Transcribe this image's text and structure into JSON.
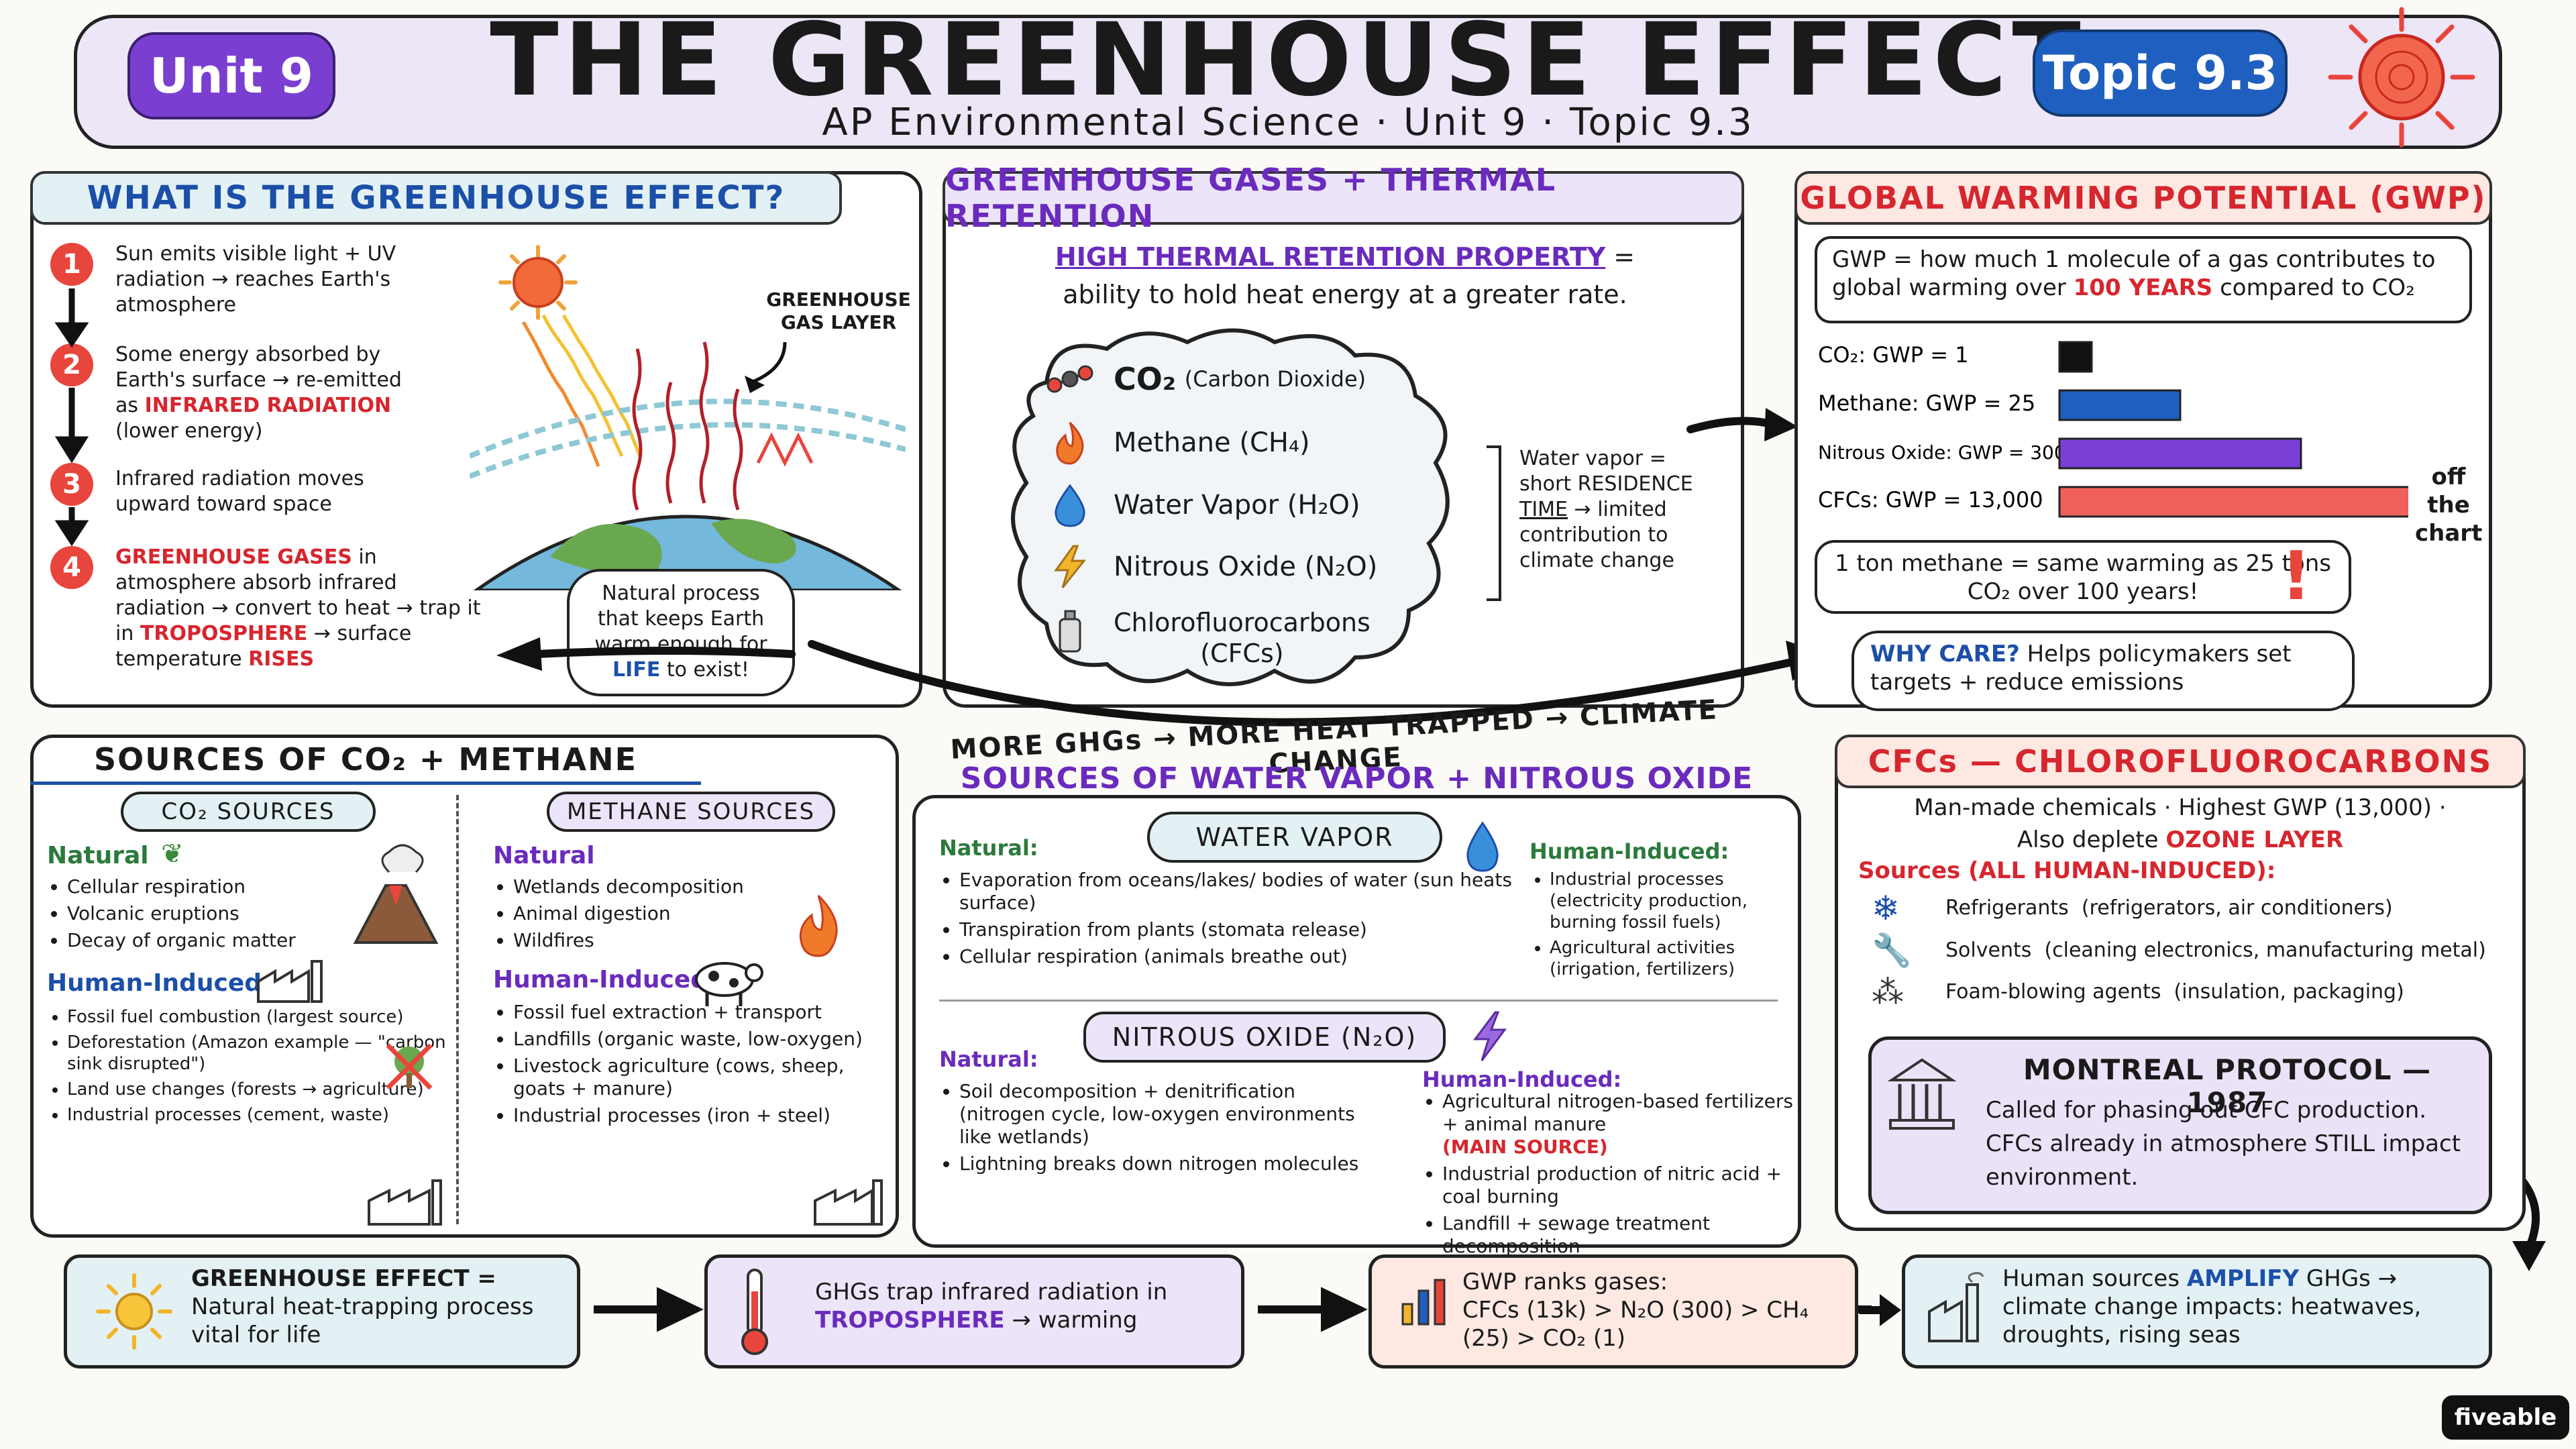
{
  "header": {
    "unit_badge": "Unit 9",
    "title": "THE GREENHOUSE EFFECT",
    "topic_badge": "Topic 9.3",
    "subtitle": "AP Environmental Science · Unit 9 · Topic 9.3"
  },
  "what_is": {
    "heading": "WHAT IS THE GREENHOUSE EFFECT?",
    "steps": [
      {
        "num": "1",
        "text": "Sun emits visible light + UV radiation → reaches Earth's atmosphere"
      },
      {
        "num": "2",
        "pre": "Some energy absorbed by Earth's surface → re-emitted as ",
        "highlight": "INFRARED RADIATION",
        "post": " (lower energy)"
      },
      {
        "num": "3",
        "text": "Infrared radiation moves upward toward space"
      },
      {
        "num": "4",
        "highlight1": "GREENHOUSE GASES",
        "mid": " in atmosphere absorb infrared radiation → convert to heat → trap it in ",
        "highlight2": "TROPOSPHERE",
        "mid2": " → surface temperature ",
        "highlight3": "RISES"
      }
    ],
    "layer_label": "GREENHOUSE GAS LAYER",
    "bubble_pre": "Natural process that keeps Earth warm enough for ",
    "bubble_highlight": "LIFE",
    "bubble_post": " to exist!"
  },
  "gases": {
    "heading": "GREENHOUSE GASES + THERMAL RETENTION",
    "property_title": "HIGH THERMAL RETENTION PROPERTY",
    "property_eq": " =",
    "property_def": "ability to hold heat energy at a greater rate.",
    "list": [
      {
        "name": "CO₂",
        "detail": "(Carbon Dioxide)",
        "icon": "molecule-icon"
      },
      {
        "name": "Methane",
        "detail": "(CH₄)",
        "icon": "flame-icon"
      },
      {
        "name": "Water Vapor",
        "detail": "(H₂O)",
        "icon": "droplet-icon"
      },
      {
        "name": "Nitrous Oxide",
        "detail": "(N₂O)",
        "icon": "lightning-icon"
      },
      {
        "name": "Chlorofluorocarbons",
        "detail": "(CFCs)",
        "icon": "spray-can-icon"
      }
    ],
    "vapor_note_1": "Water vapor =",
    "vapor_note_2": "short RESIDENCE",
    "vapor_note_3": "TIME",
    "vapor_note_4": " → limited",
    "vapor_note_5": "contribution to",
    "vapor_note_6": "climate change",
    "arrow_caption": "MORE GHGs → MORE HEAT TRAPPED → CLIMATE CHANGE"
  },
  "gwp": {
    "heading": "GLOBAL WARMING POTENTIAL (GWP)",
    "def_pre": "GWP = how much 1 molecule of a gas contributes to global warming over ",
    "def_highlight": "100 YEARS",
    "def_post": " compared to CO₂",
    "off_chart": "off the chart",
    "fact": "1 ton methane = same warming as 25 tons CO₂ over 100 years!",
    "why_label": "WHY CARE?",
    "why_text": " Helps policymakers set targets + reduce emissions"
  },
  "chart_data": {
    "type": "bar",
    "categories": [
      "CO₂: GWP = 1",
      "Methane: GWP = 25",
      "Nitrous Oxide: GWP = 300",
      "CFCs: GWP = 13,000"
    ],
    "values": [
      1,
      25,
      300,
      13000
    ],
    "colors": [
      "#111111",
      "#1f5fbf",
      "#7b3fd6",
      "#f0605a"
    ],
    "title": "",
    "xlabel": "",
    "ylabel": ""
  },
  "co2_methane": {
    "heading": "SOURCES OF CO₂ + METHANE",
    "co2_title": "CO₂ SOURCES",
    "methane_title": "METHANE SOURCES",
    "natural_label": "Natural",
    "human_label": "Human-Induced",
    "co2_natural": [
      "Cellular respiration",
      "Volcanic eruptions",
      "Decay of organic matter"
    ],
    "co2_human": [
      "Fossil fuel combustion (largest source)",
      "Deforestation (Amazon example — \"carbon sink disrupted\")",
      "Land use changes (forests → agriculture)",
      "Industrial processes (cement, waste)"
    ],
    "methane_natural": [
      "Wetlands decomposition",
      "Animal digestion",
      "Wildfires"
    ],
    "methane_human": [
      "Fossil fuel extraction + transport",
      "Landfills (organic waste, low-oxygen)",
      "Livestock agriculture (cows, sheep, goats + manure)",
      "Industrial processes (iron + steel)"
    ]
  },
  "water_n2o": {
    "heading": "SOURCES OF WATER VAPOR + NITROUS OXIDE",
    "wv_title": "WATER VAPOR",
    "natural_label": "Natural:",
    "human_label": "Human-Induced:",
    "wv_natural": [
      "Evaporation from oceans/lakes/ bodies of water (sun heats surface)",
      "Transpiration from plants (stomata release)",
      "Cellular respiration (animals breathe out)"
    ],
    "wv_human": [
      "Industrial processes (electricity production, burning fossil fuels)",
      "Agricultural activities (irrigation, fertilizers)"
    ],
    "n2o_title": "NITROUS OXIDE (N₂O)",
    "n2o_natural": [
      "Soil decomposition + denitrification (nitrogen cycle, low-oxygen environments like wetlands)",
      "Lightning breaks down nitrogen molecules"
    ],
    "n2o_human_1": "Agricultural nitrogen-based fertilizers + animal manure",
    "n2o_human_1_tag": "(MAIN SOURCE)",
    "n2o_human": [
      "Industrial production of nitric acid + coal burning",
      "Landfill + sewage treatment decomposition"
    ]
  },
  "cfcs": {
    "heading": "CFCs — CHLOROFLUOROCARBONS",
    "intro_1": "Man-made chemicals · Highest GWP (13,000) ·",
    "intro_2_pre": "Also deplete ",
    "intro_2_highlight": "OZONE LAYER",
    "sources_title": "Sources (ALL HUMAN-INDUCED):",
    "sources": [
      {
        "icon": "snowflake-icon",
        "label": "Refrigerants",
        "detail": "(refrigerators, air conditioners)"
      },
      {
        "icon": "wrench-icon",
        "label": "Solvents",
        "detail": "(cleaning electronics, manufacturing metal)"
      },
      {
        "icon": "foam-icon",
        "label": "Foam-blowing agents",
        "detail": "(insulation, packaging)"
      }
    ],
    "montreal_title": "MONTREAL PROTOCOL — 1987",
    "montreal_text": "Called for phasing out CFC production. CFCs already in atmosphere STILL impact environment."
  },
  "summary": [
    {
      "pre": "GREENHOUSE EFFECT =",
      "text": "Natural heat-trapping process vital for life"
    },
    {
      "pre": "GHGs trap infrared radiation in ",
      "highlight": "TROPOSPHERE",
      "post": " → warming"
    },
    {
      "pre": "GWP ranks gases:",
      "text": "CFCs (13k) > N₂O (300) > CH₄ (25) > CO₂ (1)"
    },
    {
      "pre": "Human sources ",
      "highlight": "AMPLIFY",
      "post": " GHGs → climate change impacts: heatwaves, droughts, rising seas"
    }
  ],
  "brand": "fiveable"
}
